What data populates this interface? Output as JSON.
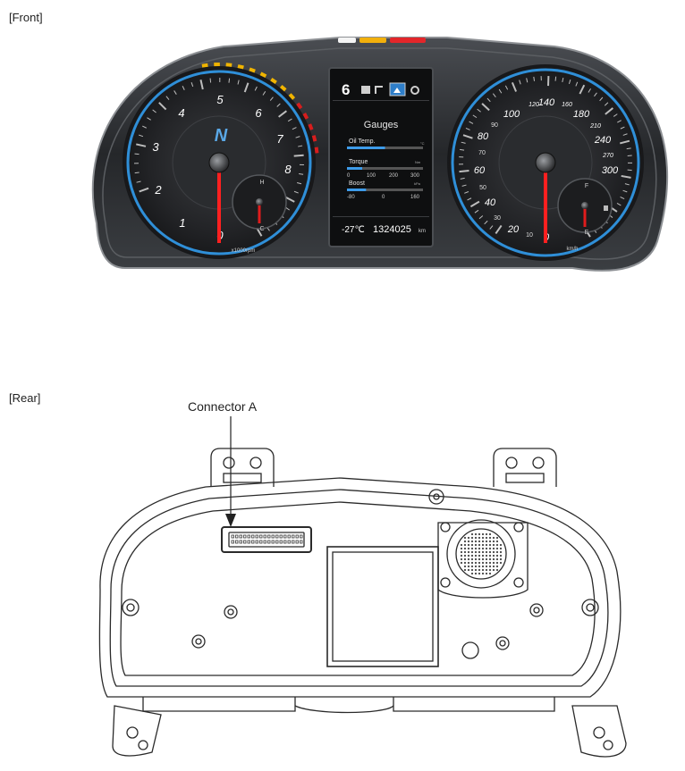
{
  "labels": {
    "front": "[Front]",
    "rear": "[Rear]",
    "connector": "Connector A"
  },
  "tach": {
    "numbers": [
      "0",
      "1",
      "2",
      "3",
      "4",
      "5",
      "6",
      "7",
      "8"
    ],
    "unit": "x1000rpm",
    "logo": "N",
    "temp_high": "H",
    "temp_low": "C"
  },
  "speedo": {
    "numbers_major": [
      "0",
      "20",
      "40",
      "60",
      "80",
      "100",
      "120",
      "140",
      "160",
      "180",
      "210",
      "240",
      "270",
      "300"
    ],
    "numbers_minor": [
      "10",
      "30",
      "50",
      "70",
      "90"
    ],
    "unit": "km/h",
    "fuel_full": "F",
    "fuel_empty": "E"
  },
  "display": {
    "gear": "6",
    "title": "Gauges",
    "rows": [
      {
        "label": "Oil Temp.",
        "scale": [
          "",
          "",
          ""
        ],
        "unit": "°C",
        "level": 0.5
      },
      {
        "label": "Torque",
        "scale": [
          "0",
          "100",
          "200",
          "300"
        ],
        "unit": "Nm",
        "level": 0.2
      },
      {
        "label": "Boost",
        "scale": [
          "-80",
          "0",
          "160"
        ],
        "unit": "kPa",
        "level": 0.25
      }
    ],
    "outside_temp": "-27℃",
    "odometer": "1324025",
    "odometer_unit": "km"
  },
  "colors": {
    "ring_blue": "#2f8fd8",
    "needle_red": "#e01c1c",
    "shift_yellow": "#f0b400",
    "shift_red": "#d81d1d",
    "bezel_dark": "#2c2e31"
  }
}
